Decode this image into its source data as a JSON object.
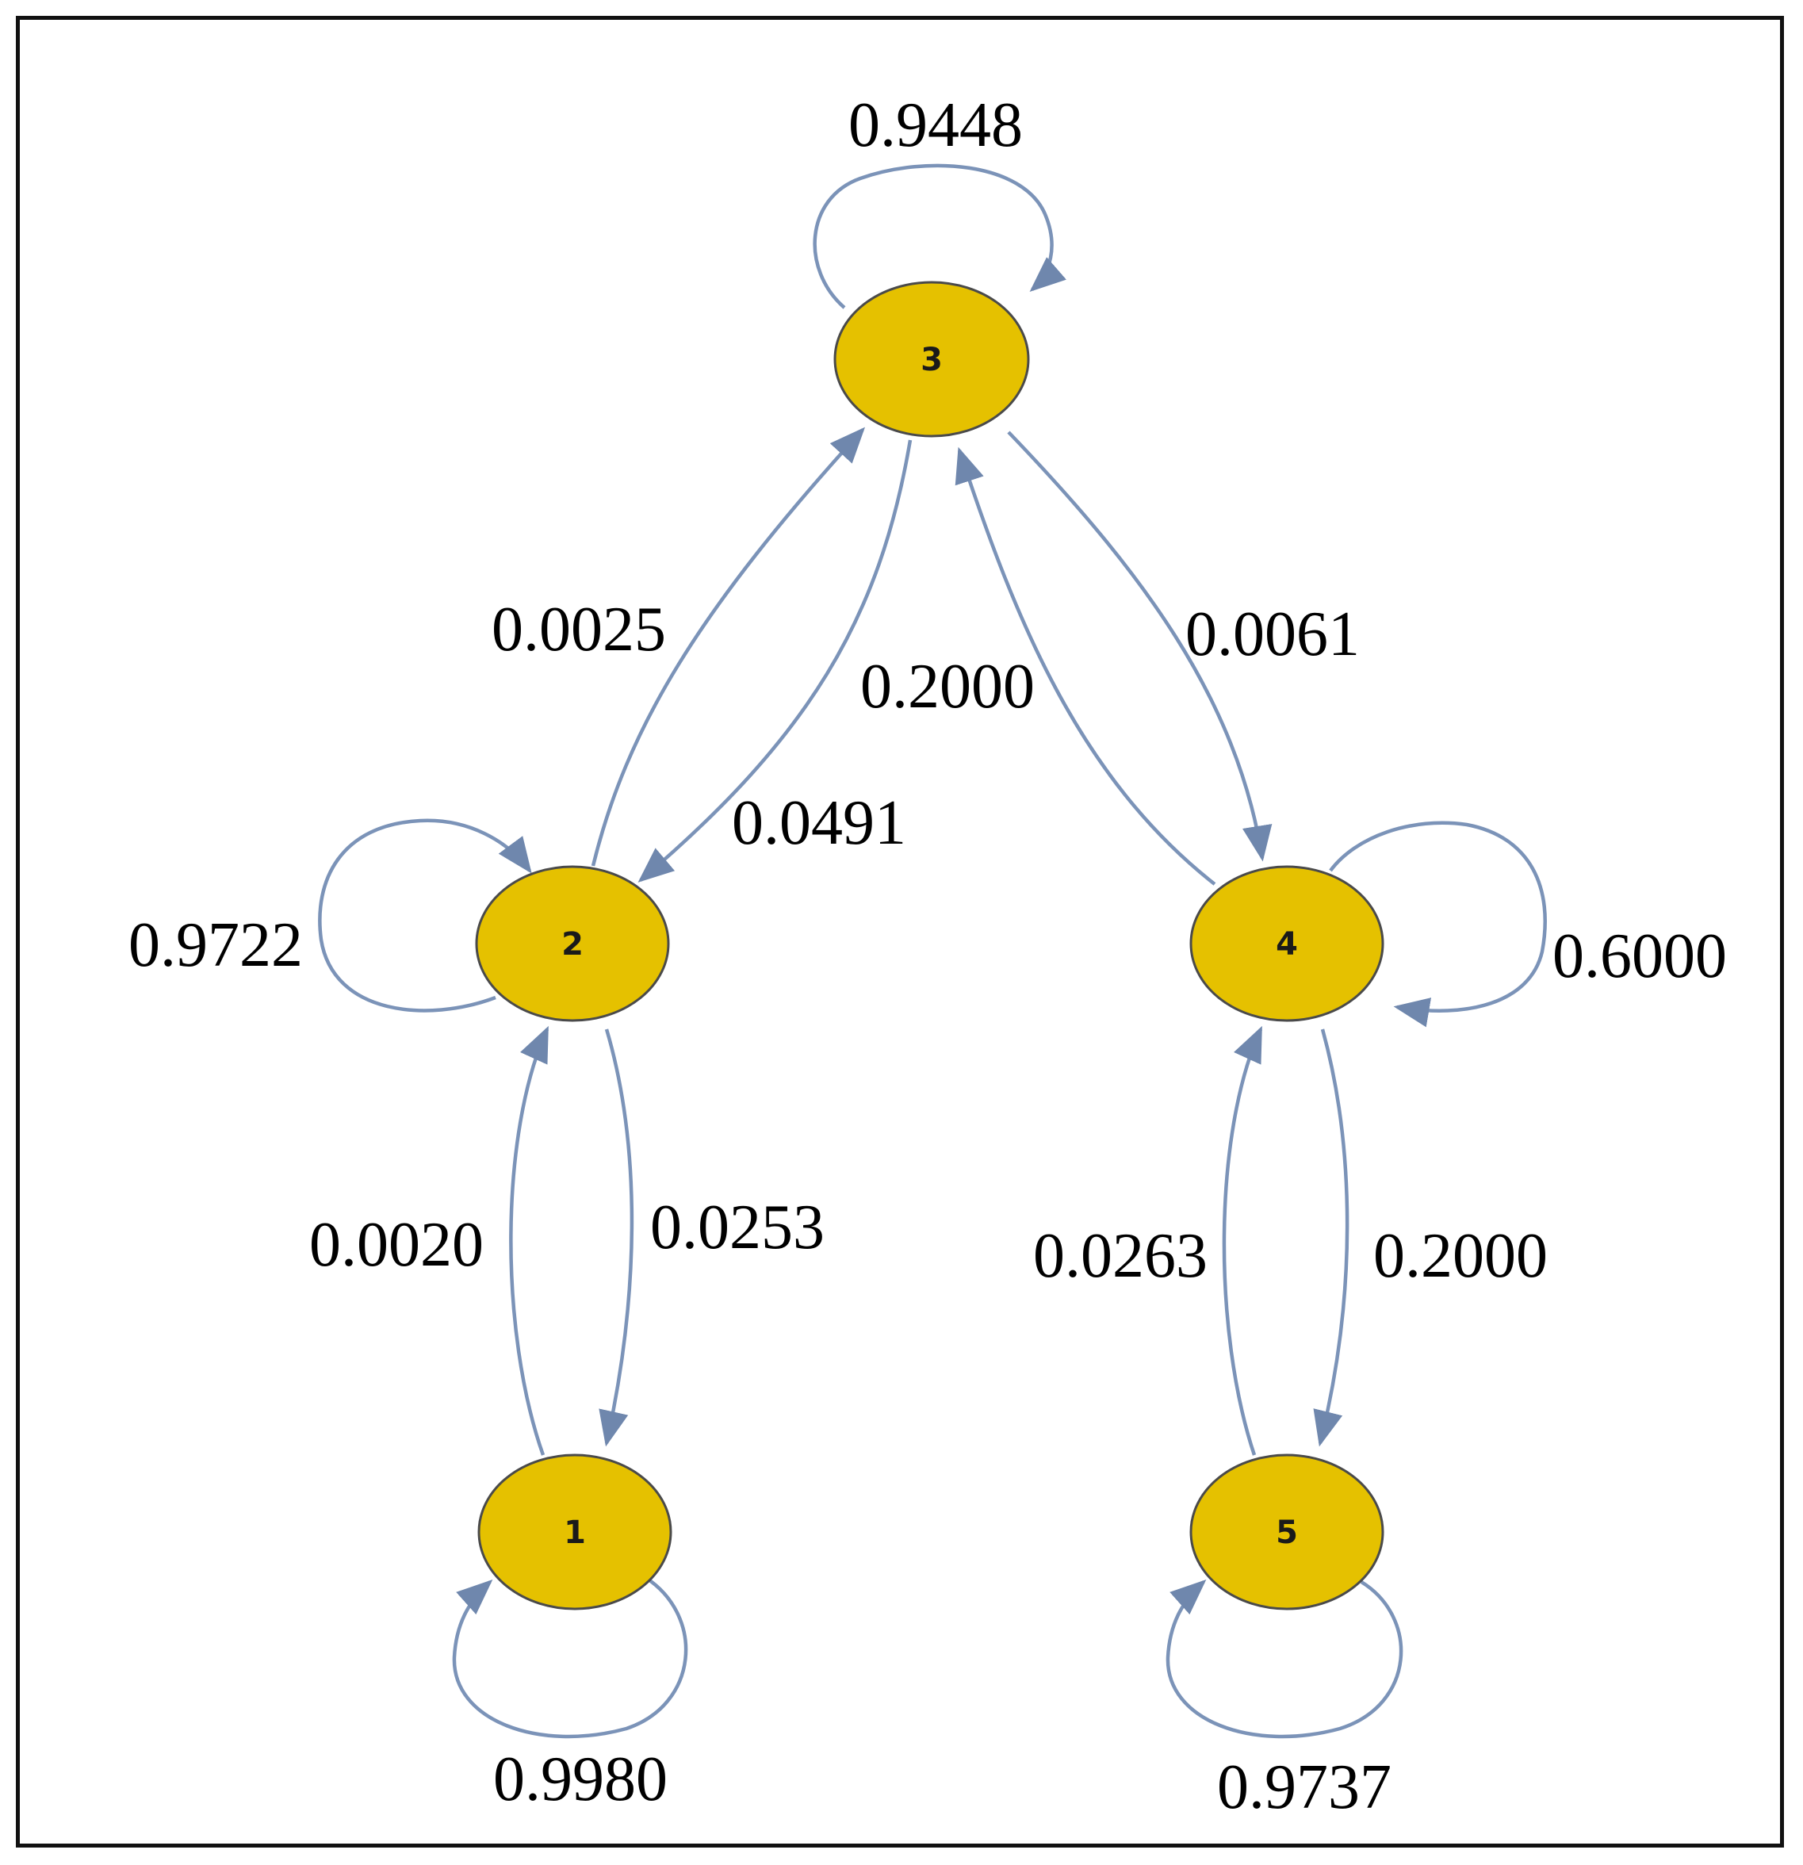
{
  "colors": {
    "node_fill": "#E5C100",
    "edge_stroke": "#7B93B8",
    "arrow_fill": "#6F87AD",
    "frame": "#111111"
  },
  "nodes": [
    {
      "id": "1",
      "label": "1"
    },
    {
      "id": "2",
      "label": "2"
    },
    {
      "id": "3",
      "label": "3"
    },
    {
      "id": "4",
      "label": "4"
    },
    {
      "id": "5",
      "label": "5"
    }
  ],
  "edges": [
    {
      "from": "1",
      "to": "1",
      "label": "0.9980"
    },
    {
      "from": "1",
      "to": "2",
      "label": "0.0020"
    },
    {
      "from": "2",
      "to": "1",
      "label": "0.0253"
    },
    {
      "from": "2",
      "to": "2",
      "label": "0.9722"
    },
    {
      "from": "2",
      "to": "3",
      "label": "0.0025"
    },
    {
      "from": "3",
      "to": "2",
      "label": "0.0491"
    },
    {
      "from": "3",
      "to": "3",
      "label": "0.9448"
    },
    {
      "from": "3",
      "to": "4",
      "label": "0.0061"
    },
    {
      "from": "4",
      "to": "3",
      "label": "0.2000"
    },
    {
      "from": "4",
      "to": "4",
      "label": "0.6000"
    },
    {
      "from": "4",
      "to": "5",
      "label": "0.2000"
    },
    {
      "from": "5",
      "to": "4",
      "label": "0.0263"
    },
    {
      "from": "5",
      "to": "5",
      "label": "0.9737"
    }
  ]
}
